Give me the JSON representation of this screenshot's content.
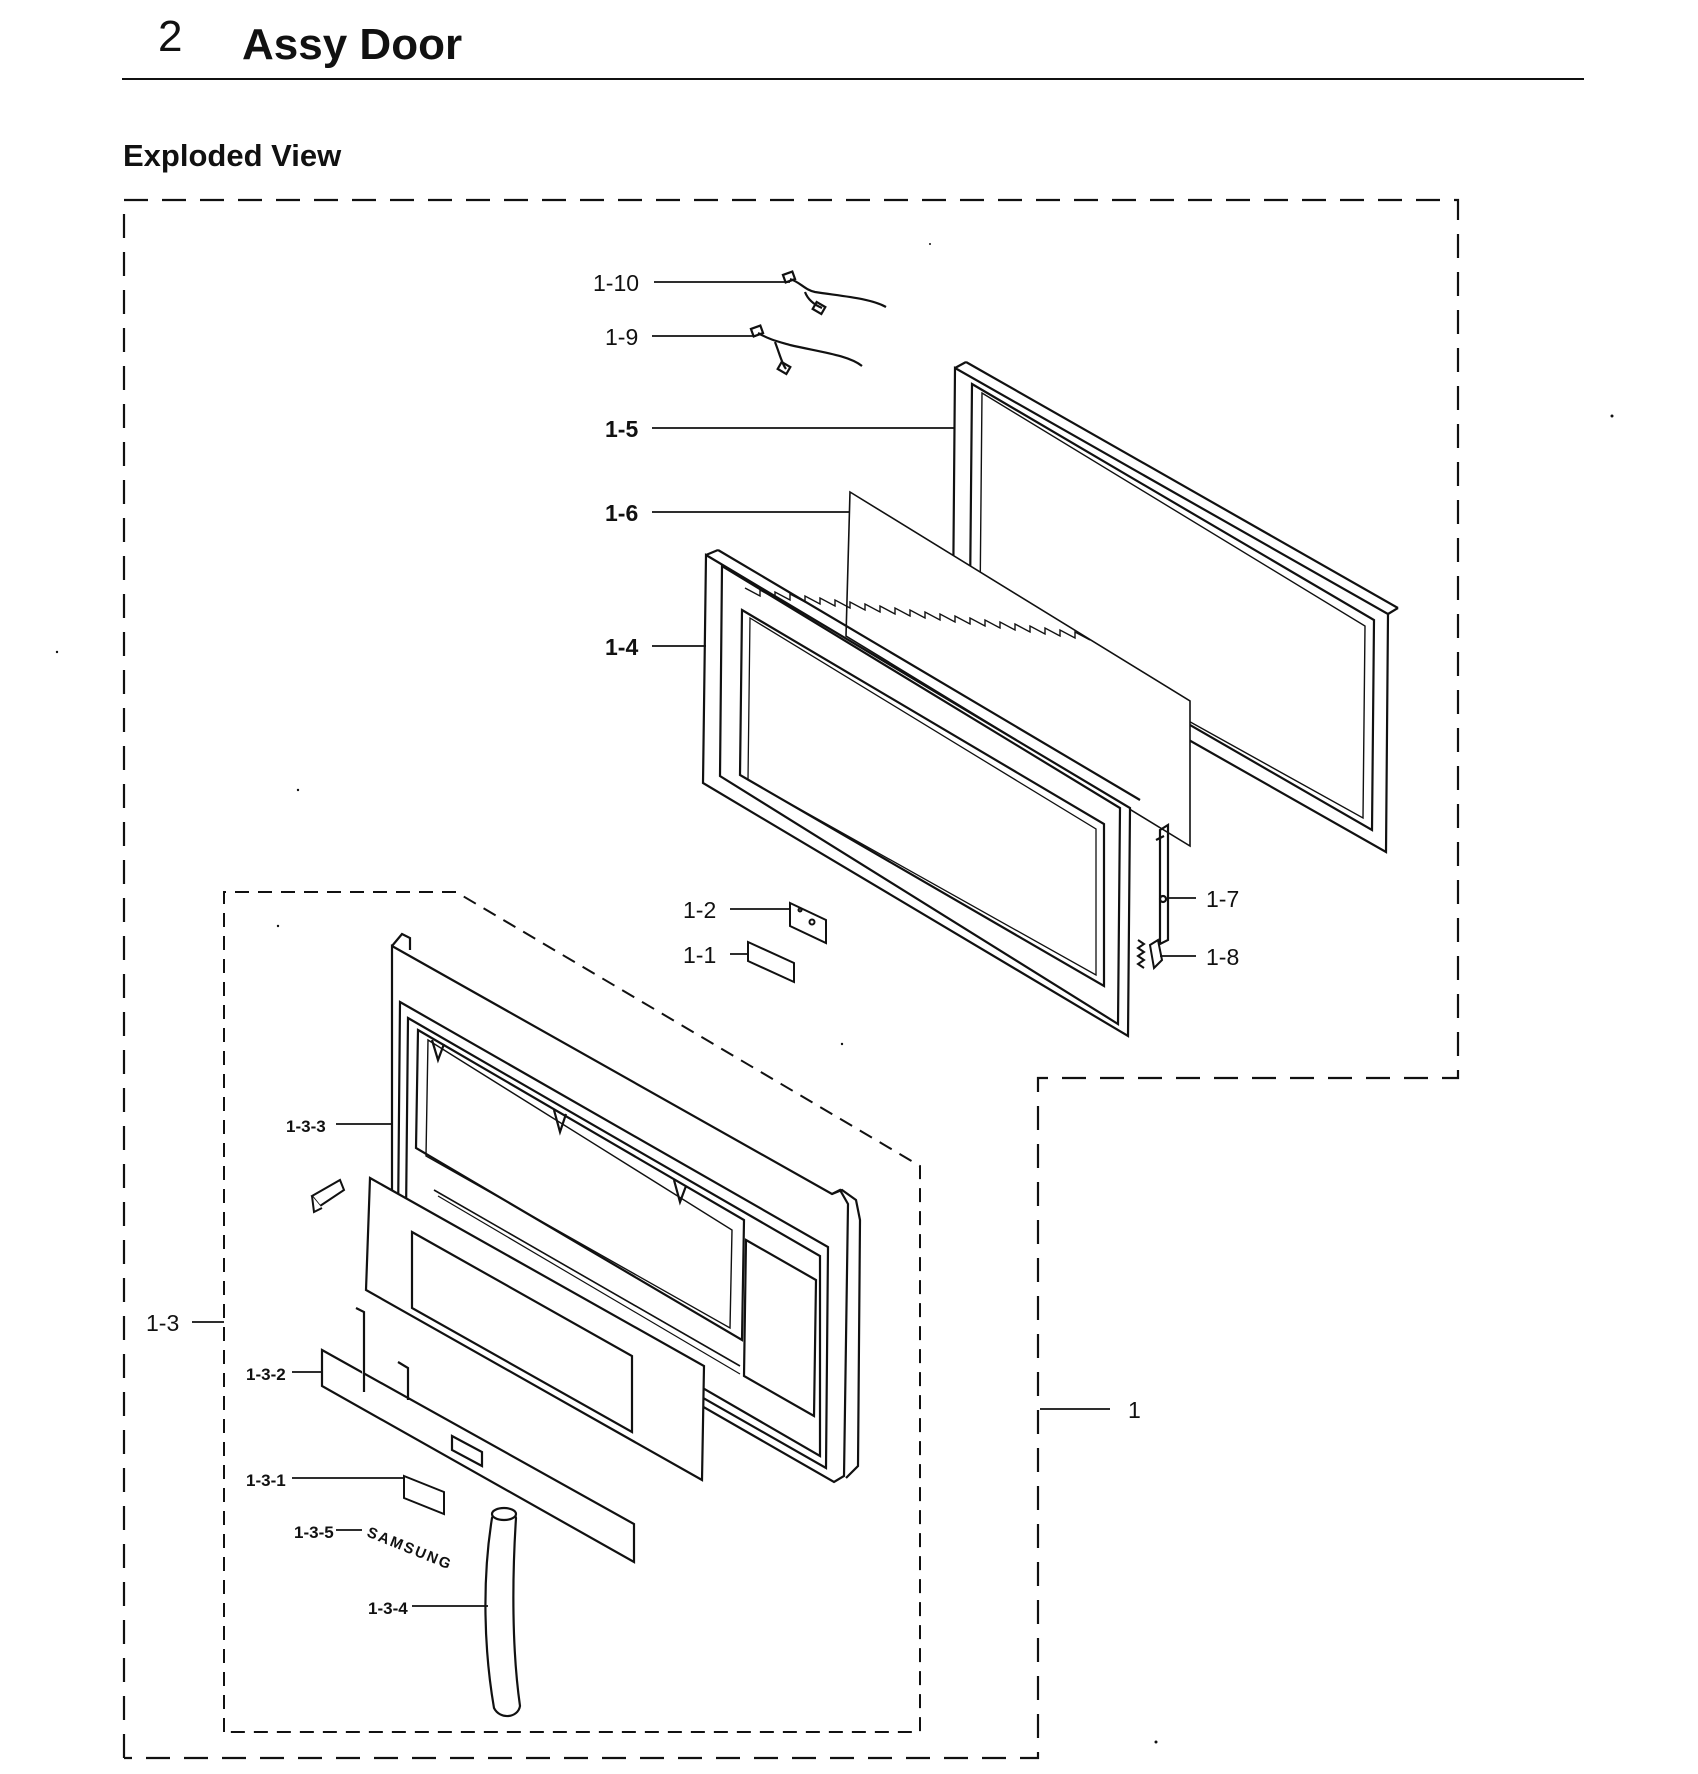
{
  "header": {
    "section_number": "2",
    "section_title": "Assy Door"
  },
  "subheading": "Exploded View",
  "callouts": {
    "p1_10": "1-10",
    "p1_9": "1-9",
    "p1_5": "1-5",
    "p1_6": "1-6",
    "p1_4": "1-4",
    "p1_7": "1-7",
    "p1_8": "1-8",
    "p1_2": "1-2",
    "p1_1": "1-1",
    "p1_3_3": "1-3-3",
    "p1_3": "1-3",
    "p1_3_2": "1-3-2",
    "p1_3_1": "1-3-1",
    "p1_3_5": "1-3-5",
    "p1_3_4": "1-3-4",
    "p1": "1"
  },
  "logo_text": "SAMSUNG"
}
